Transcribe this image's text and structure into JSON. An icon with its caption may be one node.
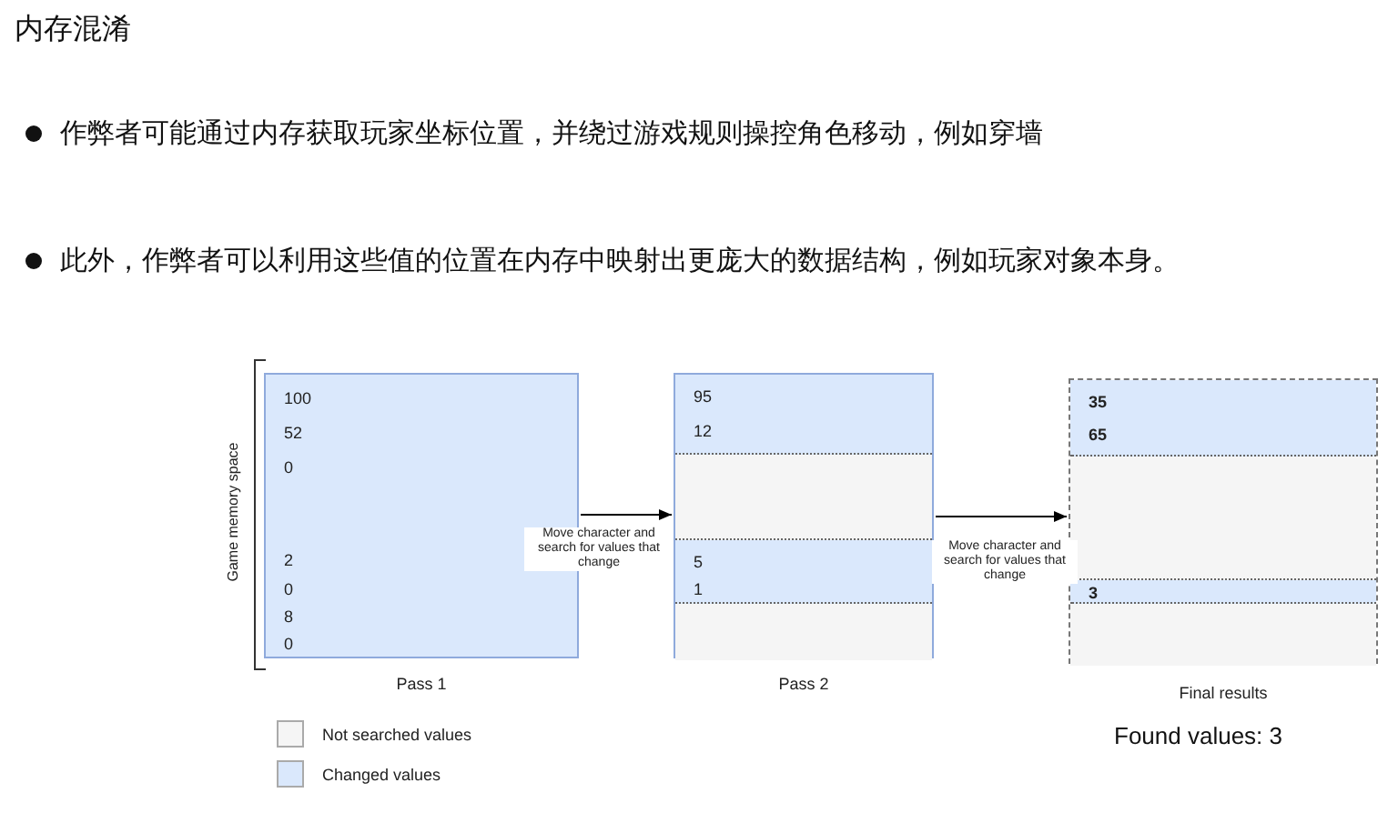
{
  "diagram": {
    "title": "内存混淆",
    "nodes": [
      {
        "text": [
          "100",
          "52",
          "0",
          "2",
          "0",
          "8",
          "0"
        ],
        "beside": [
          "Pass 1"
        ]
      },
      {
        "text": [],
        "shape": "box",
        "beside": [
          "Pass 2"
        ]
      },
      {
        "text": [
          "95",
          "12"
        ],
        "in": 1
      },
      {
        "text": [],
        "shape": "box",
        "in": 1
      },
      {
        "text": [
          "5",
          "1"
        ],
        "in": 1
      },
      {
        "text": [],
        "shape": "box",
        "in": 1
      },
      {
        "text": [],
        "shape": "box",
        "beside": [
          "Final results"
        ]
      },
      {
        "text": [
          "35",
          "65"
        ],
        "in": 6
      },
      {
        "text": [],
        "shape": "box",
        "in": 6
      },
      {
        "text": [
          "3"
        ],
        "in": 6
      },
      {
        "text": [],
        "shape": "box",
        "in": 6
      }
    ],
    "edges": [
      {
        "from": 0,
        "to": 1,
        "arrow": "to",
        "label": "Move character and search for values that change"
      },
      {
        "from": 1,
        "to": 6,
        "arrow": "to",
        "label": "Move character and search for values that change"
      }
    ],
    "labels": [
      "作弊者可能通过内存获取玩家坐标位置，并绕过游戏规则操控角色移动，例如穿墙",
      "此外，作弊者可以利用这些值的位置在内存中映射出更庞大的数据结构，例如玩家对象本身。",
      "Game memory space",
      "Found values: 3"
    ],
    "legend": [
      {
        "text": "Not searched values",
        "color": "#f5f5f5"
      },
      {
        "text": "Changed values",
        "color": "#dae8fc"
      }
    ]
  }
}
